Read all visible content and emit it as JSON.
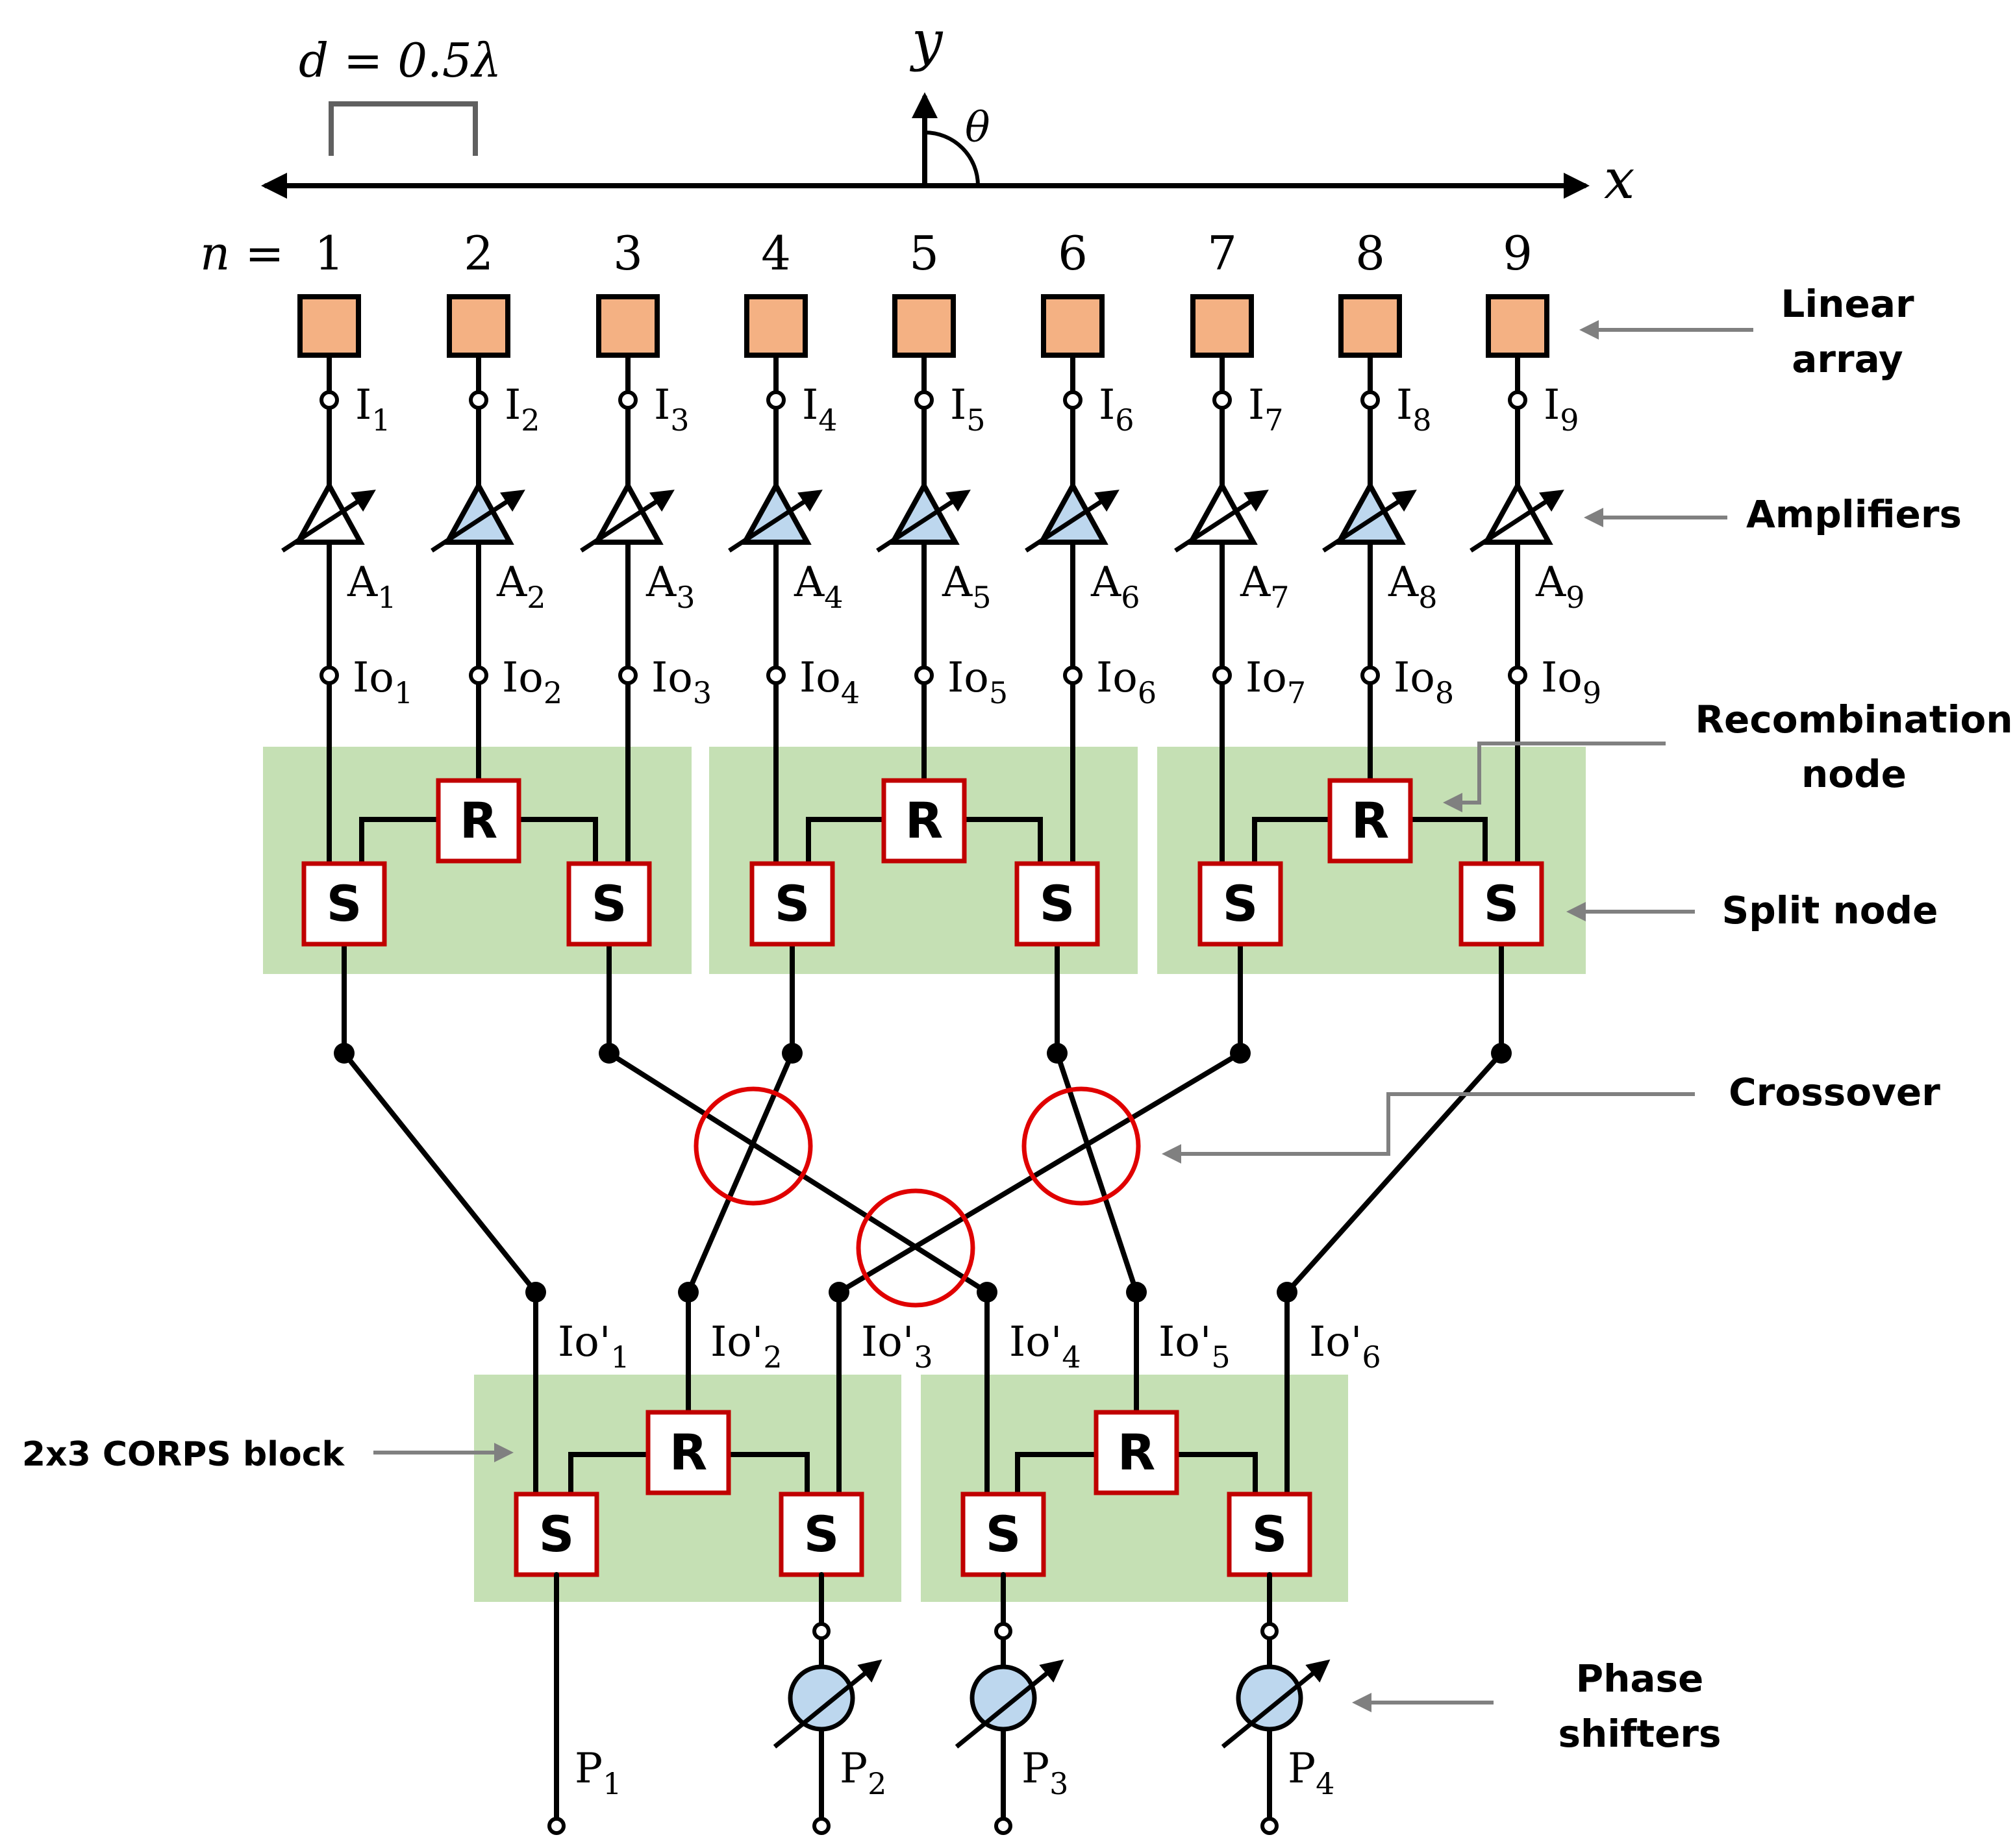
{
  "spacing_label": "d = 0.5λ",
  "axes": {
    "x": "x",
    "y": "y",
    "angle": "θ"
  },
  "index_prefix": "n = ",
  "elements": [
    "1",
    "2",
    "3",
    "4",
    "5",
    "6",
    "7",
    "8",
    "9"
  ],
  "amplifier_filled": [
    false,
    true,
    false,
    true,
    true,
    true,
    false,
    true,
    false
  ],
  "currents": [
    {
      "base": "I",
      "sub": "1"
    },
    {
      "base": "I",
      "sub": "2"
    },
    {
      "base": "I",
      "sub": "3"
    },
    {
      "base": "I",
      "sub": "4"
    },
    {
      "base": "I",
      "sub": "5"
    },
    {
      "base": "I",
      "sub": "6"
    },
    {
      "base": "I",
      "sub": "7"
    },
    {
      "base": "I",
      "sub": "8"
    },
    {
      "base": "I",
      "sub": "9"
    }
  ],
  "amplifiers": [
    {
      "base": "A",
      "sub": "1"
    },
    {
      "base": "A",
      "sub": "2"
    },
    {
      "base": "A",
      "sub": "3"
    },
    {
      "base": "A",
      "sub": "4"
    },
    {
      "base": "A",
      "sub": "5"
    },
    {
      "base": "A",
      "sub": "6"
    },
    {
      "base": "A",
      "sub": "7"
    },
    {
      "base": "A",
      "sub": "8"
    },
    {
      "base": "A",
      "sub": "9"
    }
  ],
  "outputs": [
    {
      "base": "Io",
      "sub": "1"
    },
    {
      "base": "Io",
      "sub": "2"
    },
    {
      "base": "Io",
      "sub": "3"
    },
    {
      "base": "Io",
      "sub": "4"
    },
    {
      "base": "Io",
      "sub": "5"
    },
    {
      "base": "Io",
      "sub": "6"
    },
    {
      "base": "Io",
      "sub": "7"
    },
    {
      "base": "Io",
      "sub": "8"
    },
    {
      "base": "Io",
      "sub": "9"
    }
  ],
  "mid_outputs": [
    {
      "base": "Io'",
      "sub": "1"
    },
    {
      "base": "Io'",
      "sub": "2"
    },
    {
      "base": "Io'",
      "sub": "3"
    },
    {
      "base": "Io'",
      "sub": "4"
    },
    {
      "base": "Io'",
      "sub": "5"
    },
    {
      "base": "Io'",
      "sub": "6"
    }
  ],
  "ports": [
    {
      "base": "P",
      "sub": "1"
    },
    {
      "base": "P",
      "sub": "2"
    },
    {
      "base": "P",
      "sub": "3"
    },
    {
      "base": "P",
      "sub": "4"
    }
  ],
  "node_labels": {
    "split": "S",
    "recombination": "R"
  },
  "annotations": {
    "linear_array": [
      "Linear",
      "array"
    ],
    "amplifiers": [
      "Amplifiers"
    ],
    "recombination_node": [
      "Recombination",
      "node"
    ],
    "split_node": [
      "Split node"
    ],
    "crossover": [
      "Crossover"
    ],
    "corps_block": [
      "2x3 CORPS block"
    ],
    "phase_shifters": [
      "Phase",
      "shifters"
    ]
  },
  "colors": {
    "element_fill": "#f4b183",
    "amplifier_fill": "#bdd7ee",
    "block_fill": "#c5e0b4",
    "node_border": "#c00000",
    "crossover": "#e00000",
    "annotation_arrow": "#808080"
  }
}
